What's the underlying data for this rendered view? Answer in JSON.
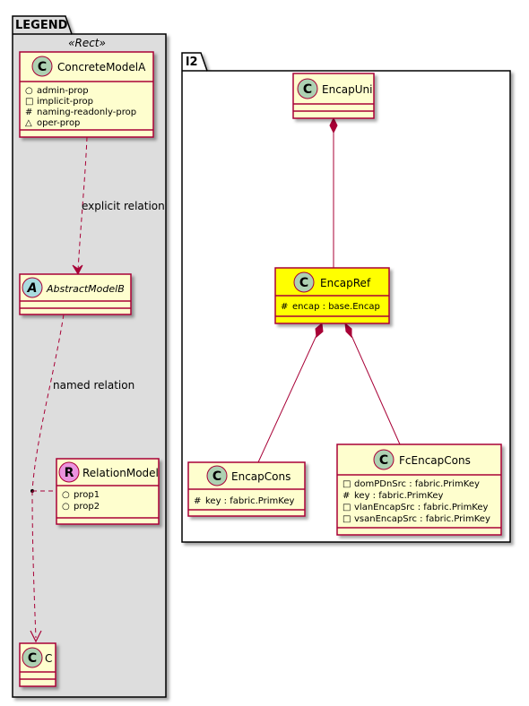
{
  "legend": {
    "package_label": "LEGEND",
    "stereotype": "«Rect»",
    "concrete_class": {
      "badge": "C",
      "name": "ConcreteModelA",
      "props": [
        {
          "marker": "○",
          "text": "admin-prop"
        },
        {
          "marker": "□",
          "text": "implicit-prop"
        },
        {
          "marker": "#",
          "text": "naming-readonly-prop"
        },
        {
          "marker": "△",
          "text": "oper-prop"
        }
      ]
    },
    "abstract_class": {
      "badge": "A",
      "name": "AbstractModelB"
    },
    "relation_class": {
      "badge": "R",
      "name": "RelationModel",
      "props": [
        {
          "marker": "○",
          "text": "prop1"
        },
        {
          "marker": "○",
          "text": "prop2"
        }
      ]
    },
    "target_class": {
      "badge": "C",
      "name": "C"
    },
    "explicit_relation_label": "explicit relation",
    "named_relation_label": "named relation"
  },
  "package": {
    "label": "l2",
    "encap_uni": {
      "badge": "C",
      "name": "EncapUni"
    },
    "encap_ref": {
      "badge": "C",
      "name": "EncapRef",
      "props": [
        {
          "marker": "#",
          "text": "encap : base.Encap"
        }
      ]
    },
    "encap_cons": {
      "badge": "C",
      "name": "EncapCons",
      "props": [
        {
          "marker": "#",
          "text": "key : fabric.PrimKey"
        }
      ]
    },
    "fc_encap_cons": {
      "badge": "C",
      "name": "FcEncapCons",
      "props": [
        {
          "marker": "□",
          "text": "domPDnSrc : fabric.PrimKey"
        },
        {
          "marker": "#",
          "text": "key : fabric.PrimKey"
        },
        {
          "marker": "□",
          "text": "vlanEncapSrc : fabric.PrimKey"
        },
        {
          "marker": "□",
          "text": "vsanEncapSrc : fabric.PrimKey"
        }
      ]
    }
  },
  "colors": {
    "class_fill": "#FEFECE",
    "class_border": "#A80036",
    "highlight_fill": "#FFFF00",
    "badge_class": "#ADD1B2",
    "badge_abstract": "#A9DCDF",
    "badge_relation": "#EB93DF",
    "legend_bg": "#DDDDDD"
  }
}
